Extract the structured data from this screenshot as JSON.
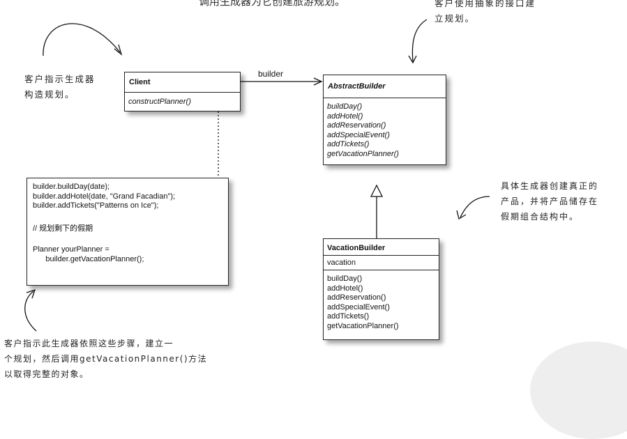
{
  "top_caption": "调用生成器为它创建旅游规划。",
  "annotations": {
    "top_right": [
      "客户使用抽象的接口建",
      "立规划。"
    ],
    "left": [
      "客户指示生成器",
      "构造规划。"
    ],
    "right": [
      "具体生成器创建真正的",
      "产品，并将产品储存在",
      "假期组合结构中。"
    ],
    "bottom": [
      "客户指示此生成器依照这些步骤，建立一",
      "个规划，然后调用getVacationPlanner()方法",
      "以取得完整的对象。"
    ]
  },
  "association_label": "builder",
  "client": {
    "name": "Client",
    "methods": [
      "constructPlanner()"
    ]
  },
  "abstract_builder": {
    "name": "AbstractBuilder",
    "methods": [
      "buildDay()",
      "addHotel()",
      "addReservation()",
      "addSpecialEvent()",
      "addTickets()",
      "getVacationPlanner()"
    ]
  },
  "vacation_builder": {
    "name": "VacationBuilder",
    "attributes": [
      "vacation"
    ],
    "methods": [
      "buildDay()",
      "addHotel()",
      "addReservation()",
      "addSpecialEvent()",
      "addTickets()",
      "getVacationPlanner()"
    ]
  },
  "code_note": {
    "lines": [
      "builder.buildDay(date);",
      "builder.addHotel(date, \"Grand Facadian\");",
      "builder.addTickets(\"Patterns on Ice\");",
      "",
      "// 规划剩下的假期",
      "",
      "Planner yourPlanner =",
      "      builder.getVacationPlanner();"
    ]
  }
}
